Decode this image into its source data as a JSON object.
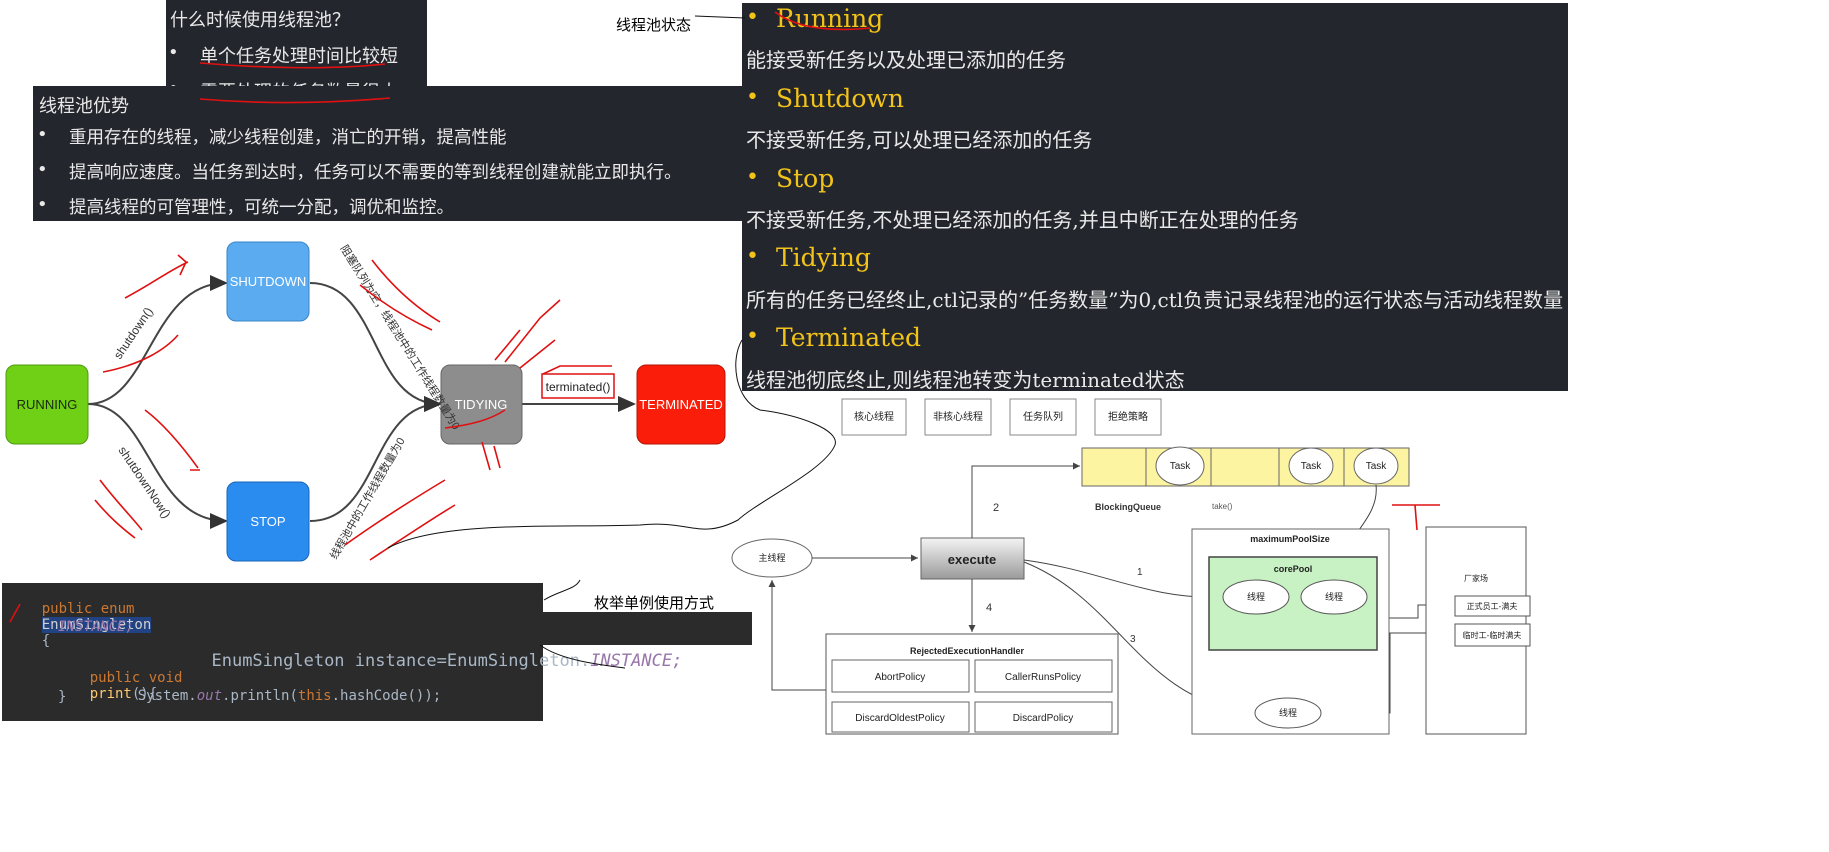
{
  "when_box": {
    "title": "什么时候使用线程池？",
    "items": [
      "单个任务处理时间比较短",
      "需要处理的任务数量很大"
    ]
  },
  "advantages": {
    "title": "线程池优势",
    "items": [
      "重用存在的线程，减少线程创建，消亡的开销，提高性能",
      "提高响应速度。当任务到达时，任务可以不需要的等到线程创建就能立即执行。",
      "提高线程的可管理性，可统一分配，调优和监控。"
    ]
  },
  "state_label": "线程池状态",
  "states": [
    {
      "name": "Running",
      "desc": "能接受新任务以及处理已添加的任务"
    },
    {
      "name": "Shutdown",
      "desc": "不接受新任务,可以处理已经添加的任务"
    },
    {
      "name": "Stop",
      "desc": "不接受新任务,不处理已经添加的任务,并且中断正在处理的任务"
    },
    {
      "name": "Tidying",
      "desc": "所有的任务已经终止,ctl记录的”任务数量”为0,ctl负责记录线程池的运行状态与活动线程数量"
    },
    {
      "name": "Terminated",
      "desc": "线程池彻底终止,则线程池转变为terminated状态"
    }
  ],
  "lifecycle": {
    "running": "RUNNING",
    "shutdown": "SHUTDOWN",
    "stop": "STOP",
    "tidying": "TIDYING",
    "terminated": "TERMINATED",
    "edge_shutdown": "shutdown()",
    "edge_shutdownnow": "shutdownNow()",
    "edge_terminated": "terminated()",
    "edge_top": "阻塞队列为空，线程池中的工作线程数量为0",
    "edge_bottom": "线程池中的工作线程数量为0"
  },
  "code": {
    "line1_kw": "public enum",
    "line1_name": "EnumSingleton",
    "line1_end": "{",
    "line2": "INSTANCE;",
    "line3_kw": "public void",
    "line3_name": "print",
    "line3_end": "(){",
    "line4_a": "System.",
    "line4_b": "out",
    "line4_c": ".println(",
    "line4_d": "this",
    "line4_e": ".hashCode());",
    "line5": "}",
    "callout_label": "枚举单例使用方式",
    "callout_a": "EnumSingleton instance=EnumSingleton.",
    "callout_b": "INSTANCE;"
  },
  "executor": {
    "legend": [
      "核心线程",
      "非核心线程",
      "任务队列",
      "拒绝策略"
    ],
    "task": "Task",
    "blocking_queue": "BlockingQueue",
    "take": "take()",
    "main_thread": "主线程",
    "execute": "execute",
    "n1": "1",
    "n2": "2",
    "n3": "3",
    "n4": "4",
    "max_pool": "maximumPoolSize",
    "core_pool": "corePool",
    "thread": "线程",
    "rejected": "RejectedExecutionHandler",
    "policies": [
      "AbortPolicy",
      "CallerRunsPolicy",
      "DiscardOldestPolicy",
      "DiscardPolicy"
    ],
    "factory_label": "厂家场",
    "worker_full": "正式员工-满夫",
    "worker_temp": "临时工-临时满夫"
  }
}
